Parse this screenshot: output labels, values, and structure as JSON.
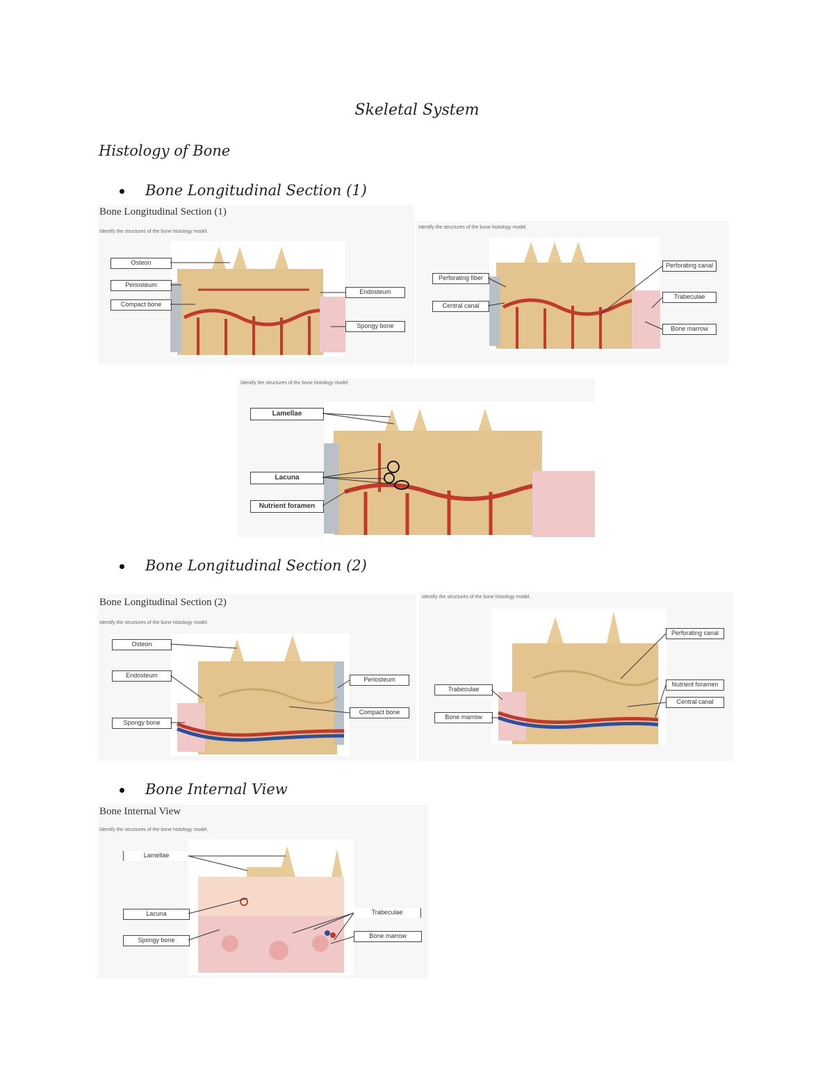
{
  "doc": {
    "title": "Skeletal System",
    "section": "Histology of Bone",
    "bullets": [
      "Bone Longitudinal Section (1)",
      "Bone Longitudinal Section (2)",
      "Bone Internal View"
    ]
  },
  "panels": {
    "p1": {
      "title": "Bone Longitudinal Section (1)",
      "subtitle": "Identify the structures of the bone histology model.",
      "labels": [
        "Osteon",
        "Periosteum",
        "Compact bone",
        "Endosteum",
        "Spongy bone"
      ]
    },
    "p2": {
      "subtitle": "Identify the structures of the bone histology model.",
      "labels": [
        "Perforating fiber",
        "Central canal",
        "Perforating canal",
        "Trabeculae",
        "Bone marrow"
      ]
    },
    "p3": {
      "subtitle": "Identify the structures of the bone histology model.",
      "labels": [
        "Lamellae",
        "Lacuna",
        "Nutrient foramen"
      ]
    },
    "p4": {
      "title": "Bone Longitudinal Section (2)",
      "subtitle": "Identify the structures of the bone histology model.",
      "labels": [
        "Osteon",
        "Endosteum",
        "Spongy bone",
        "Periosteum",
        "Compact bone"
      ]
    },
    "p5": {
      "subtitle": "Identify the structures of the bone histology model.",
      "labels": [
        "Perforating canal",
        "Trabeculae",
        "Bone marrow",
        "Nutrient foramen",
        "Central canal"
      ]
    },
    "p6": {
      "title": "Bone Internal View",
      "subtitle": "Identify the structures of the bone histology model.",
      "labels": [
        "Lamellae",
        "Lacuna",
        "Spongy bone",
        "Trabeculae",
        "Bone marrow"
      ]
    }
  },
  "colors": {
    "bone": "#e3c48f",
    "canal": "#c0392b",
    "marrow": "#f0c8c8",
    "vein": "#2c4f9e"
  }
}
